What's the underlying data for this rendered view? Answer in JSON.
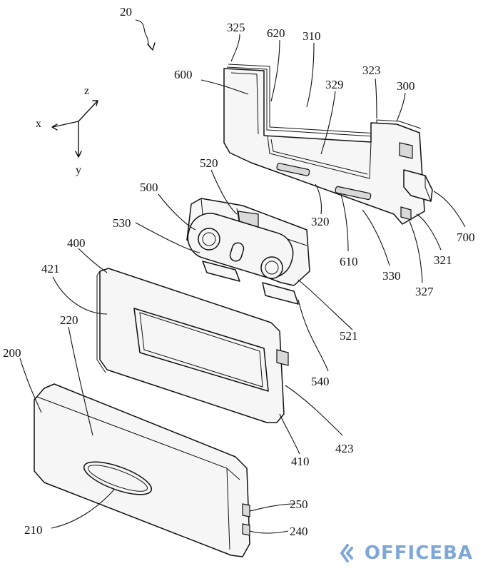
{
  "figure_number": "20",
  "axes": {
    "x": "x",
    "y": "y",
    "z": "z"
  },
  "reference_numerals": [
    "20",
    "325",
    "620",
    "310",
    "600",
    "323",
    "300",
    "329",
    "520",
    "500",
    "530",
    "320",
    "610",
    "330",
    "321",
    "700",
    "327",
    "400",
    "421",
    "521",
    "220",
    "540",
    "200",
    "423",
    "410",
    "250",
    "210",
    "240"
  ],
  "watermark": {
    "text": "OFFICEBA",
    "color": "#7fa8d6"
  }
}
